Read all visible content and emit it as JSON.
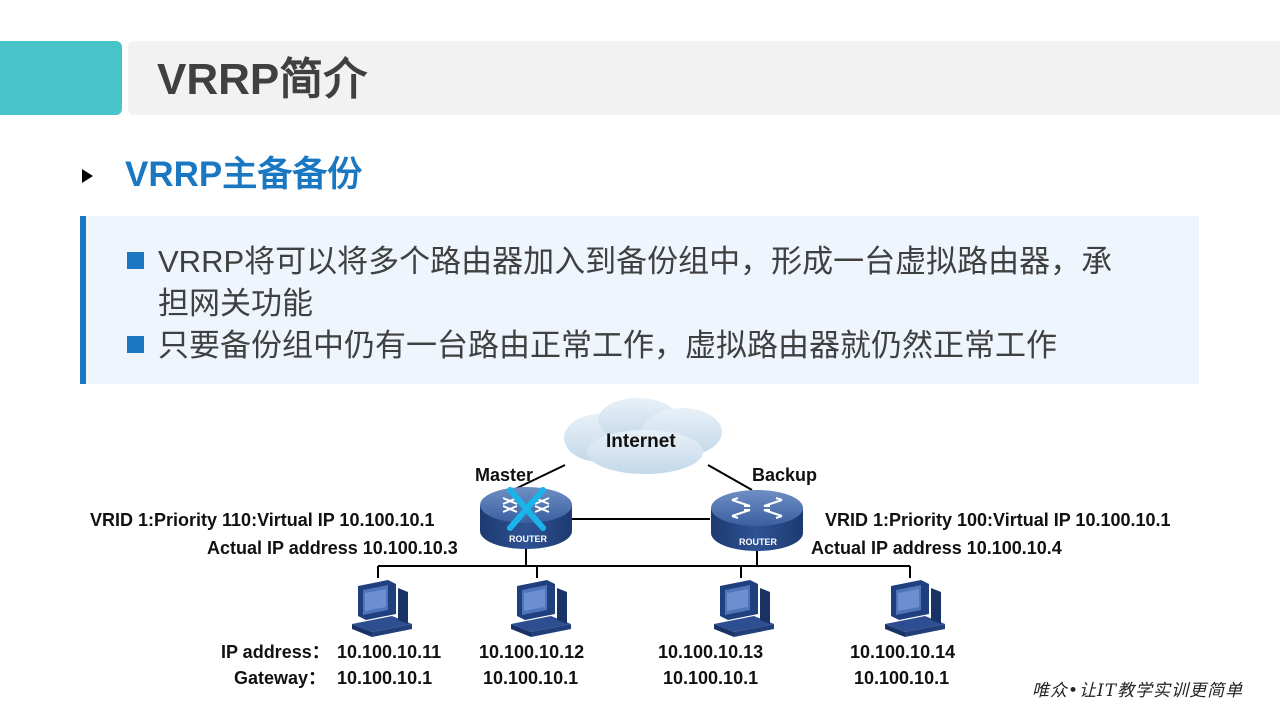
{
  "header": {
    "title": "VRRP简介"
  },
  "section": {
    "title": "VRRP主备备份"
  },
  "bullets": [
    {
      "line1": "VRRP将可以将多个路由器加入到备份组中，形成一台虚拟路由器，承",
      "line2": "担网关功能"
    },
    {
      "line1": "只要备份组中仍有一台路由正常工作，虚拟路由器就仍然正常工作"
    }
  ],
  "diagram": {
    "internet": "Internet",
    "master": {
      "role": "Master",
      "device_label": "ROUTER",
      "vrid_info": "VRID 1:Priority 110:Virtual IP  10.100.10.1",
      "actual_ip": "Actual IP address 10.100.10.3"
    },
    "backup": {
      "role": "Backup",
      "device_label": "ROUTER",
      "vrid_info": "VRID 1:Priority 100:Virtual IP  10.100.10.1",
      "actual_ip": "Actual IP address 10.100.10.4"
    },
    "hosts": [
      {
        "ip_label": "IP address：",
        "ip": "10.100.10.11",
        "gw_label": "Gateway：",
        "gateway": "10.100.10.1"
      },
      {
        "ip": "10.100.10.12",
        "gateway": "10.100.10.1"
      },
      {
        "ip": "10.100.10.13",
        "gateway": "10.100.10.1"
      },
      {
        "ip": "10.100.10.14",
        "gateway": "10.100.10.1"
      }
    ]
  },
  "footer": {
    "slogan": "唯众•让IT教学实训更简单"
  },
  "colors": {
    "accent": "#47c3c9",
    "blue": "#1a78c2",
    "bullet_bg": "#eef5fc",
    "router": "#2b4e8c",
    "host": "#24478a"
  }
}
